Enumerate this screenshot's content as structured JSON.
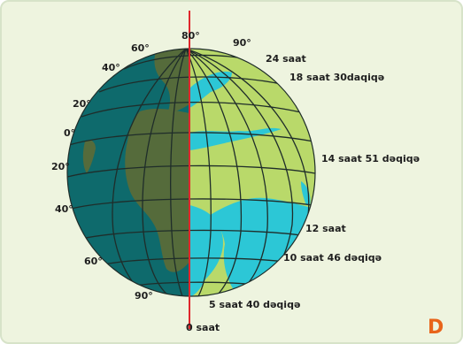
{
  "latitude_labels": {
    "top": "80°",
    "n90": "90°",
    "n60": "60°",
    "n40": "40°",
    "n20": "20°",
    "eq": "0°",
    "s20": "20°",
    "s40": "40°",
    "s60": "60°",
    "s90": "90°"
  },
  "day_length_labels": {
    "l24": "24 saat",
    "l18": "18 saat 30daqiqə",
    "l14": "14 saat 51 dəqiqə",
    "l12": "12 saat",
    "l10": "10 saat 46 dəqiqə",
    "l5": "5 saat 40 dəqiqə",
    "l0": "0 saat"
  },
  "panel_letter": "D",
  "colors": {
    "night": "#0e6a6c",
    "day_land": "#b9d96a",
    "day_ocean": "#2cc7d6",
    "night_land": "#556b3b",
    "terminator": "#e0262c",
    "corner_letter": "#e8641a"
  }
}
